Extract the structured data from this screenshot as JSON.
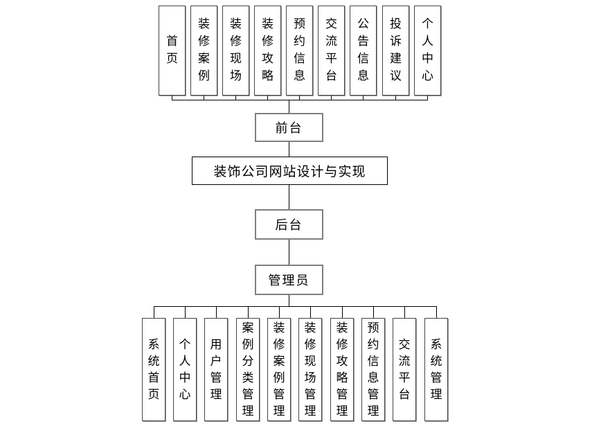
{
  "diagram": {
    "title": "装饰公司网站设计与实现",
    "line_color": "#000000",
    "small_box_border_color": "#7f7f7f",
    "tall_box_border_color": "#454545",
    "front": {
      "label": "前台",
      "modules": [
        "首页",
        "装修案例",
        "装修现场",
        "装修攻略",
        "预约信息",
        "交流平台",
        "公告信息",
        "投诉建议",
        "个人中心"
      ]
    },
    "back": {
      "label": "后台",
      "admin_label": "管理员",
      "modules": [
        "系统首页",
        "个人中心",
        "用户管理",
        "案例分类管理",
        "装修案例管理",
        "装修现场管理",
        "装修攻略管理",
        "预约信息管理",
        "交流平台",
        "系统管理"
      ]
    }
  }
}
